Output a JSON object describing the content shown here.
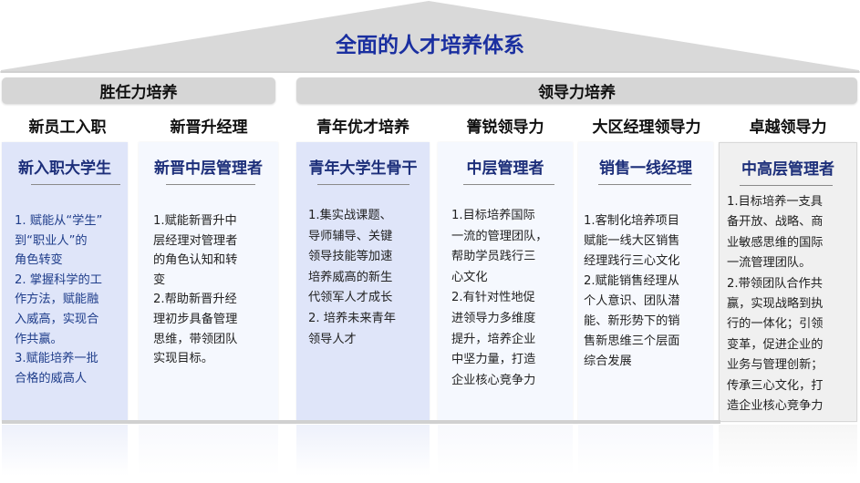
{
  "roof": {
    "title": "全面的人才培养体系"
  },
  "categories": [
    {
      "label": "胜任力培养"
    },
    {
      "label": "领导力培养"
    }
  ],
  "columns": [
    {
      "header": "新员工入职",
      "card_title": "新入职大学生",
      "body": "1. 赋能从“学生”\n到“职业人”的\n角色转变\n2. 掌握科学的工\n作方法，赋能融\n入威高，实现合\n作共赢。\n3.赋能培养一批\n合格的威高人"
    },
    {
      "header": "新晋升经理",
      "card_title": "新晋中层管理者",
      "body": "1.赋能新晋升中\n层经理对管理者\n的角色认知和转\n变\n2.帮助新晋升经\n理初步具备管理\n思维，带领团队\n实现目标。"
    },
    {
      "header": "青年优才培养",
      "card_title": "青年大学生骨干",
      "body": "1.集实战课题、\n导师辅导、关键\n领导技能等加速\n培养威高的新生\n代领军人才成长\n2. 培养未来青年\n领导人才"
    },
    {
      "header": "箐锐领导力",
      "card_title": "中层管理者",
      "body": "1.目标培养国际\n一流的管理团队，\n帮助学员践行三\n心文化\n2.有针对性地促\n进领导力多维度\n提升，培养企业\n中坚力量，打造\n企业核心竞争力"
    },
    {
      "header": "大区经理领导力",
      "card_title": "销售一线经理",
      "body": "1.客制化培养项目\n赋能一线大区销售\n经理践行三心文化\n2.赋能销售经理从\n个人意识、团队潜\n能、新形势下的销\n售新思维三个层面\n综合发展"
    },
    {
      "header": "卓越领导力",
      "card_title": "中高层管理者",
      "body": "1.目标培养一支具\n备开放、战略、商\n业敏感思维的国际\n一流管理团队。\n2.带领团队合作共\n赢，实现战略到执\n行的一体化；引领\n变革，促进企业的\n业务与管理创新；\n传承三心文化，打\n造企业核心竞争力"
    }
  ],
  "colors": {
    "title_blue": "#1a2fa0",
    "card_title_navy": "#1d2f7a",
    "card_blue": "#dfe5f9",
    "card_light": "#f5f8fe",
    "card_grey": "#f0f0f0",
    "bar_grey": "#d6d6d6"
  }
}
